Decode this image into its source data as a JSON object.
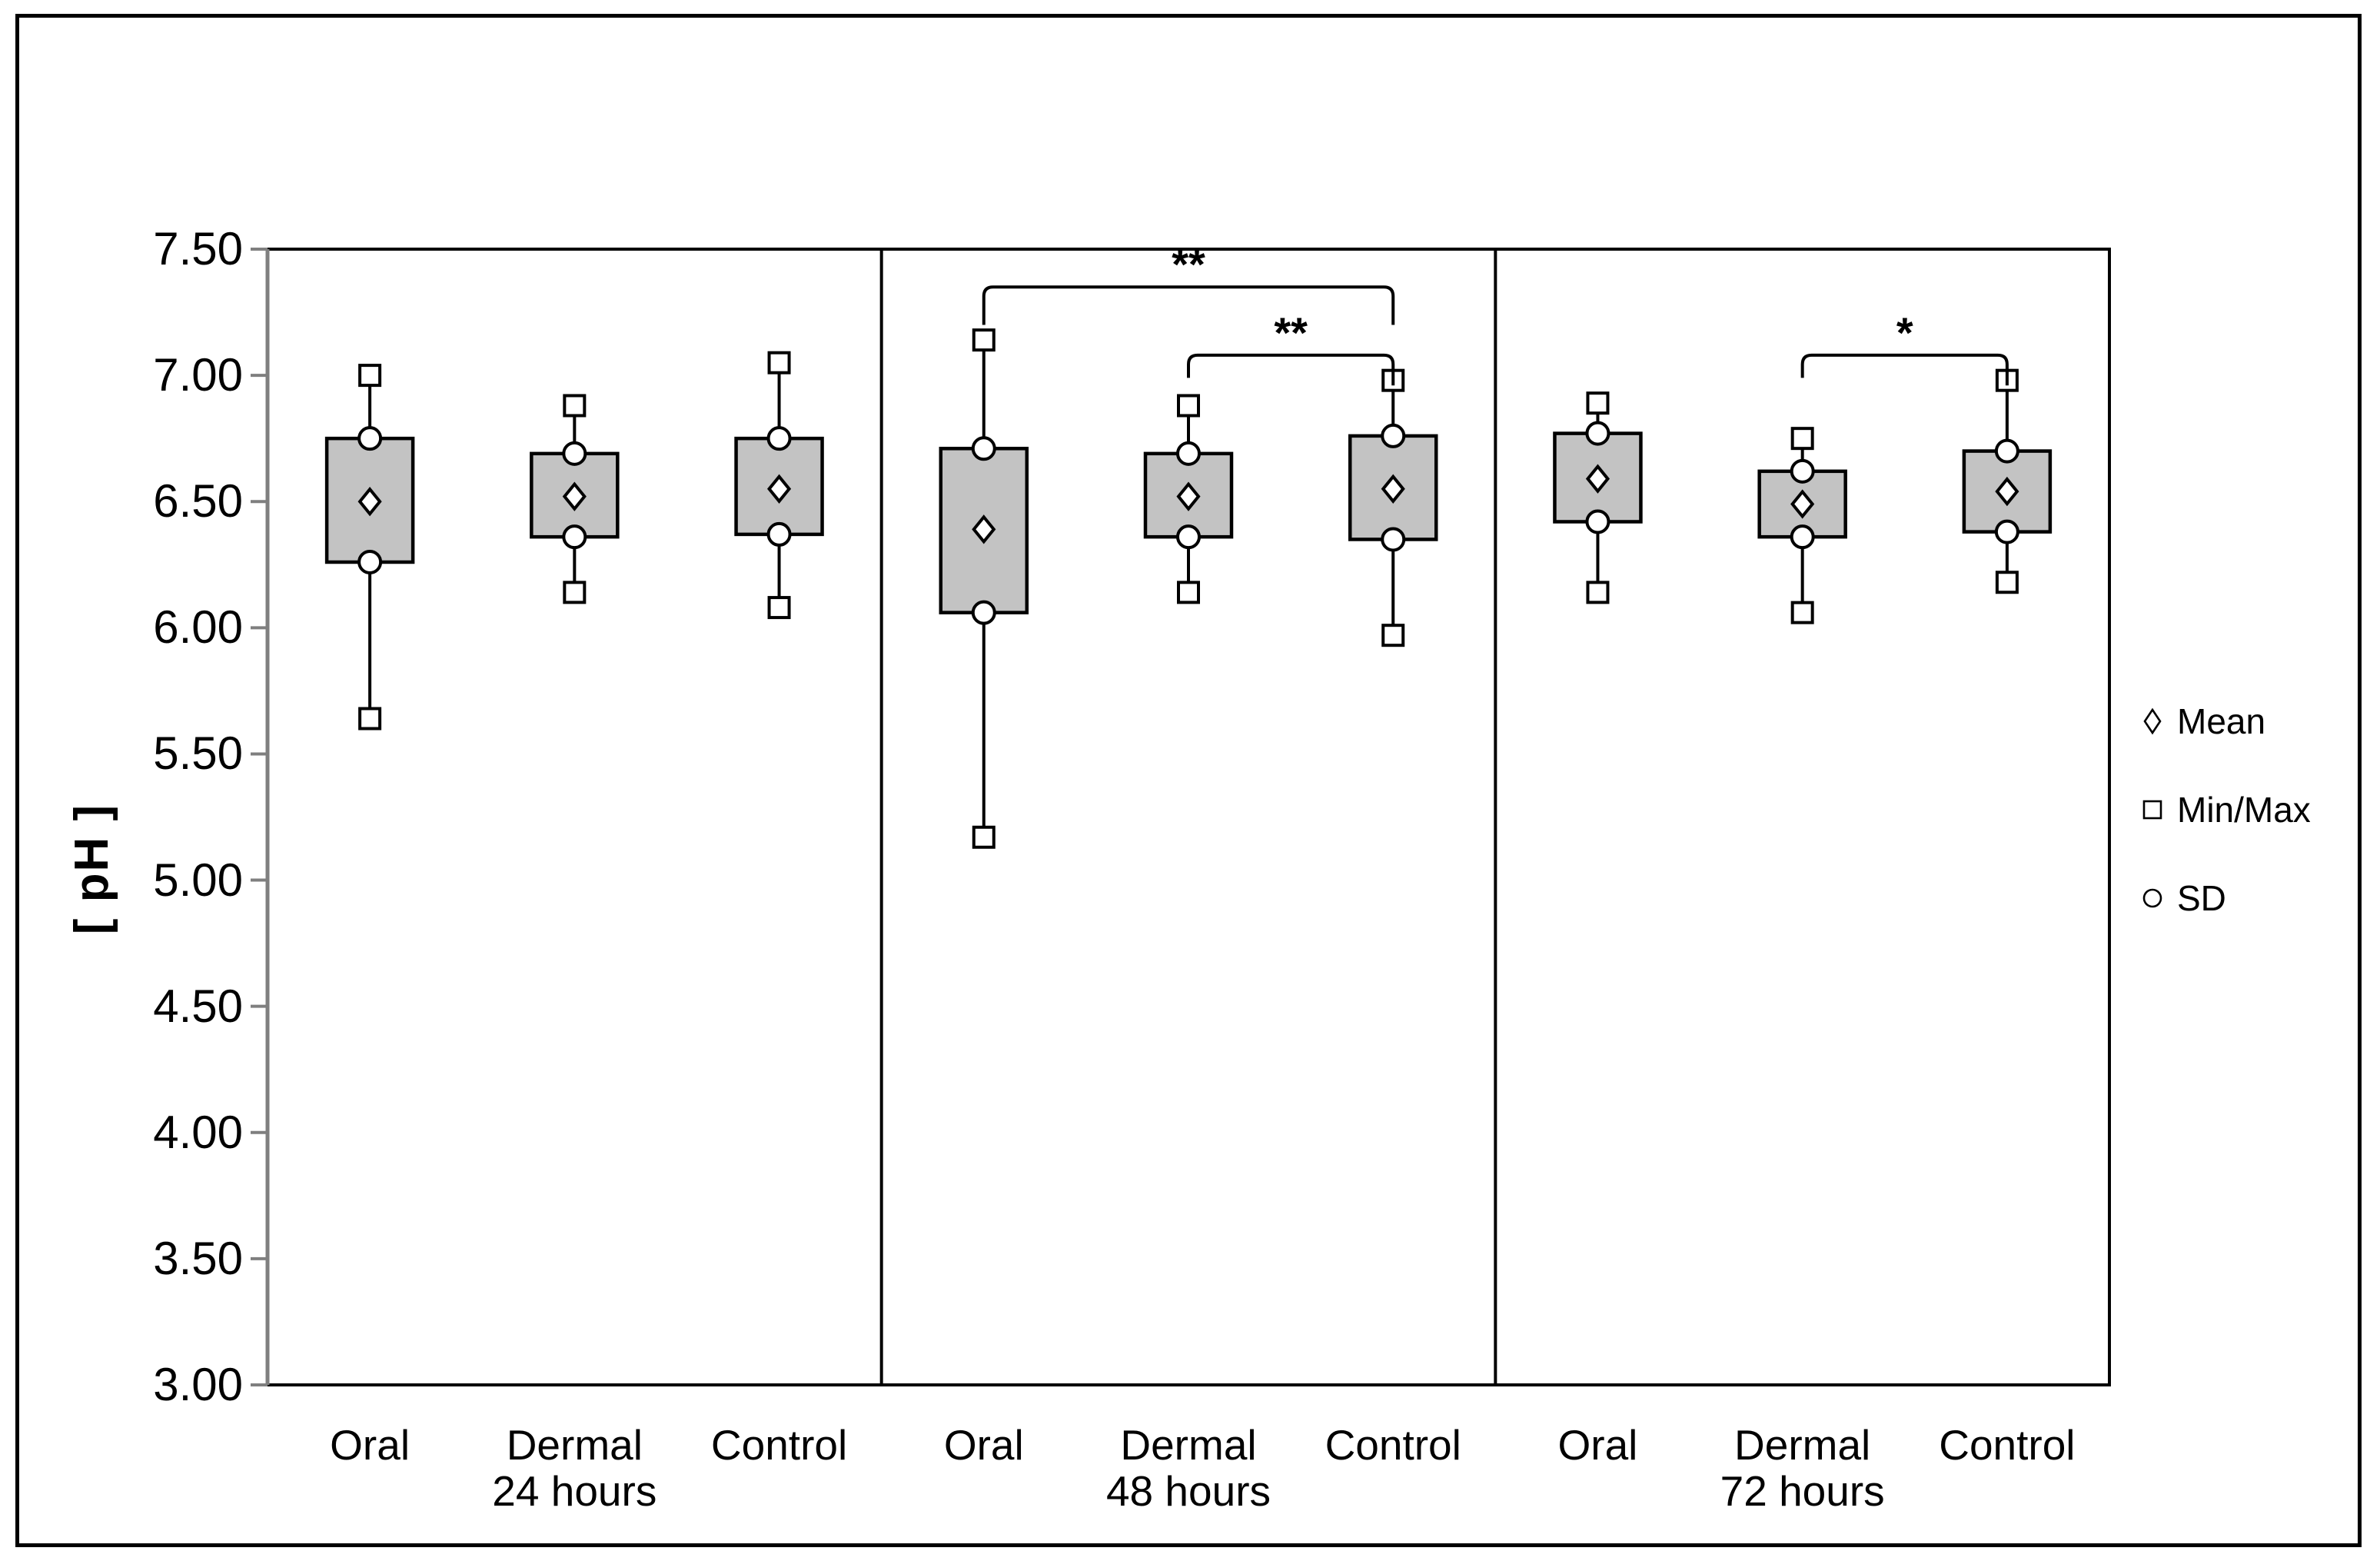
{
  "chart_data": {
    "type": "boxplot",
    "title": "",
    "ylabel": "[ pH ]",
    "xlabel": "",
    "ylim": [
      3.0,
      7.5
    ],
    "y_tick_step": 0.5,
    "y_ticks": [
      "7.50",
      "7.00",
      "6.50",
      "6.00",
      "5.50",
      "5.00",
      "4.50",
      "4.00",
      "3.50",
      "3.00"
    ],
    "box_semantics": "box spans mean±SD; squares mark min/max; circles mark ±SD; diamond marks mean",
    "panels": [
      {
        "label": "24 hours",
        "groups": [
          {
            "label": "Oral",
            "mean": 6.5,
            "sd_low": 6.26,
            "sd_high": 6.75,
            "min": 5.64,
            "max": 7.0
          },
          {
            "label": "Dermal",
            "mean": 6.52,
            "sd_low": 6.36,
            "sd_high": 6.69,
            "min": 6.14,
            "max": 6.88
          },
          {
            "label": "Control",
            "mean": 6.55,
            "sd_low": 6.37,
            "sd_high": 6.75,
            "min": 6.08,
            "max": 7.05
          }
        ]
      },
      {
        "label": "48 hours",
        "groups": [
          {
            "label": "Oral",
            "mean": 6.39,
            "sd_low": 6.06,
            "sd_high": 6.71,
            "min": 5.17,
            "max": 7.14
          },
          {
            "label": "Dermal",
            "mean": 6.52,
            "sd_low": 6.36,
            "sd_high": 6.69,
            "min": 6.14,
            "max": 6.88
          },
          {
            "label": "Control",
            "mean": 6.55,
            "sd_low": 6.35,
            "sd_high": 6.76,
            "min": 5.97,
            "max": 6.98
          }
        ]
      },
      {
        "label": "72 hours",
        "groups": [
          {
            "label": "Oral",
            "mean": 6.59,
            "sd_low": 6.42,
            "sd_high": 6.77,
            "min": 6.14,
            "max": 6.89
          },
          {
            "label": "Dermal",
            "mean": 6.49,
            "sd_low": 6.36,
            "sd_high": 6.62,
            "min": 6.06,
            "max": 6.75
          },
          {
            "label": "Control",
            "mean": 6.54,
            "sd_low": 6.38,
            "sd_high": 6.7,
            "min": 6.18,
            "max": 6.98
          }
        ]
      }
    ],
    "significance_brackets": [
      {
        "panel_index": 1,
        "from_group": 0,
        "to_group": 2,
        "label": "**",
        "line_ph": 7.35,
        "left_drop_ph": 7.2,
        "right_drop_ph": 7.2
      },
      {
        "panel_index": 1,
        "from_group": 1,
        "to_group": 2,
        "label": "**",
        "line_ph": 7.08,
        "left_drop_ph": 6.99,
        "right_drop_ph": 6.96
      },
      {
        "panel_index": 2,
        "from_group": 1,
        "to_group": 2,
        "label": "*",
        "line_ph": 7.08,
        "left_drop_ph": 6.99,
        "right_drop_ph": 6.96
      }
    ],
    "legend": {
      "position": "right",
      "items": [
        {
          "marker": "diamond",
          "label": "Mean"
        },
        {
          "marker": "square",
          "label": "Min/Max"
        },
        {
          "marker": "circle",
          "label": "SD"
        }
      ]
    },
    "colors": {
      "box_fill": "#c3c3c3",
      "box_stroke": "#000000",
      "marker_fill": "#ffffff",
      "marker_stroke": "#000000",
      "axis_line": "#7f7f7f",
      "frame": "#000000"
    },
    "grid": "off"
  }
}
